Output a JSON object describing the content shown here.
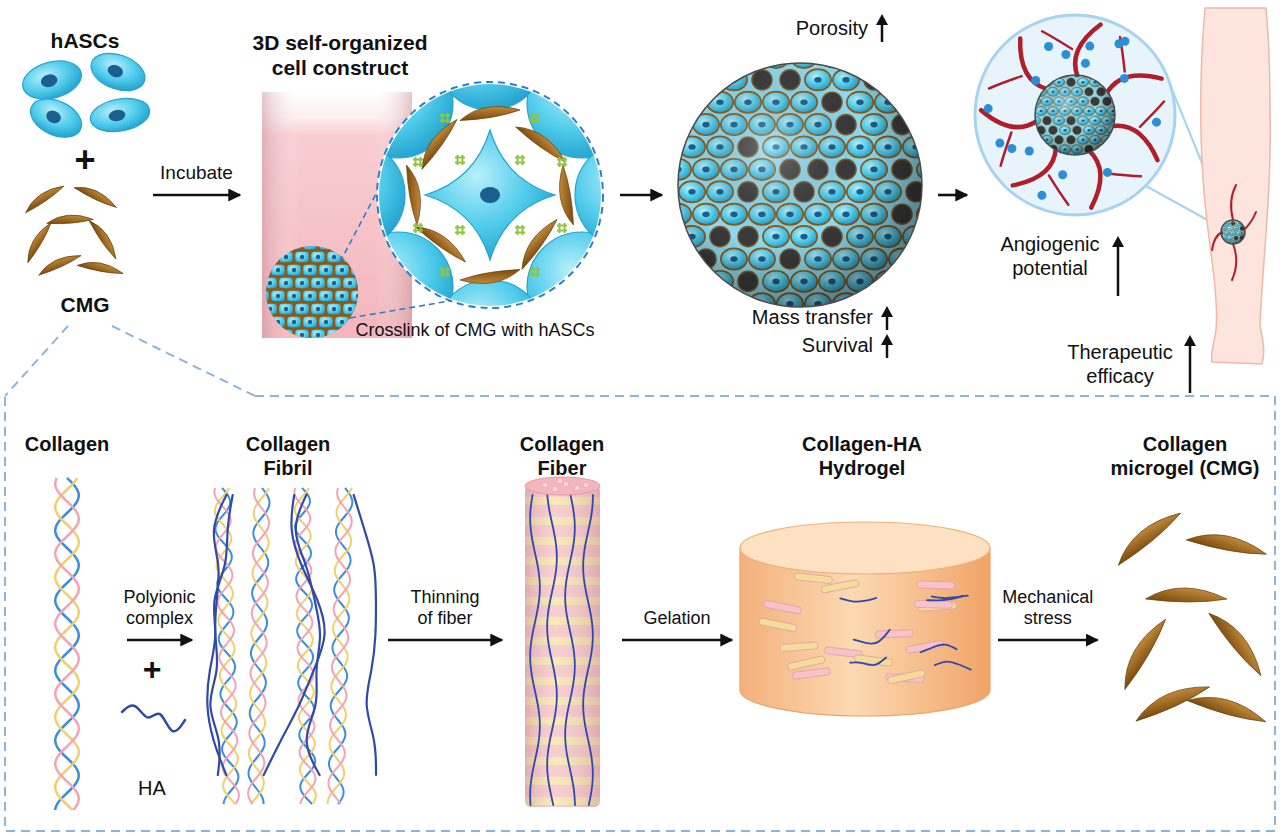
{
  "diagram": {
    "nodes": [
      {
        "text": [
          "hASCs"
        ]
      },
      {
        "text": [
          "CMG"
        ]
      },
      {
        "text": [
          "3D self-organized cell construct",
          "Crosslink of CMG with hASCs"
        ]
      },
      {
        "text": [
          "Porosity",
          "Mass transfer",
          "Survival"
        ]
      },
      {
        "text": [
          "Angiogenic potential"
        ]
      },
      {
        "text": [
          "Therapeutic efficacy"
        ]
      },
      {
        "text": [
          "Collagen"
        ]
      },
      {
        "text": [
          "Collagen Fibril"
        ]
      },
      {
        "text": [
          "Collagen Fiber"
        ]
      },
      {
        "text": [
          "Collagen-HA Hydrogel"
        ]
      },
      {
        "text": [
          "Collagen microgel (CMG)"
        ]
      }
    ],
    "edges": [
      {
        "from": 1,
        "to": 2,
        "label": "Incubate",
        "arrow": "to"
      },
      {
        "from": 2,
        "to": 3,
        "arrow": "to"
      },
      {
        "from": 3,
        "to": 4,
        "arrow": "to"
      },
      {
        "from": 6,
        "to": 7,
        "label": "Polyionic complex",
        "arrow": "to"
      },
      {
        "from": 7,
        "to": 8,
        "label": "Thinning of fiber",
        "arrow": "to"
      },
      {
        "from": 8,
        "to": 9,
        "label": "Gelation",
        "arrow": "to"
      },
      {
        "from": 9,
        "to": 10,
        "label": "Mechanical stress",
        "arrow": "to"
      }
    ],
    "labels": [
      "+",
      "+",
      "HA"
    ]
  }
}
